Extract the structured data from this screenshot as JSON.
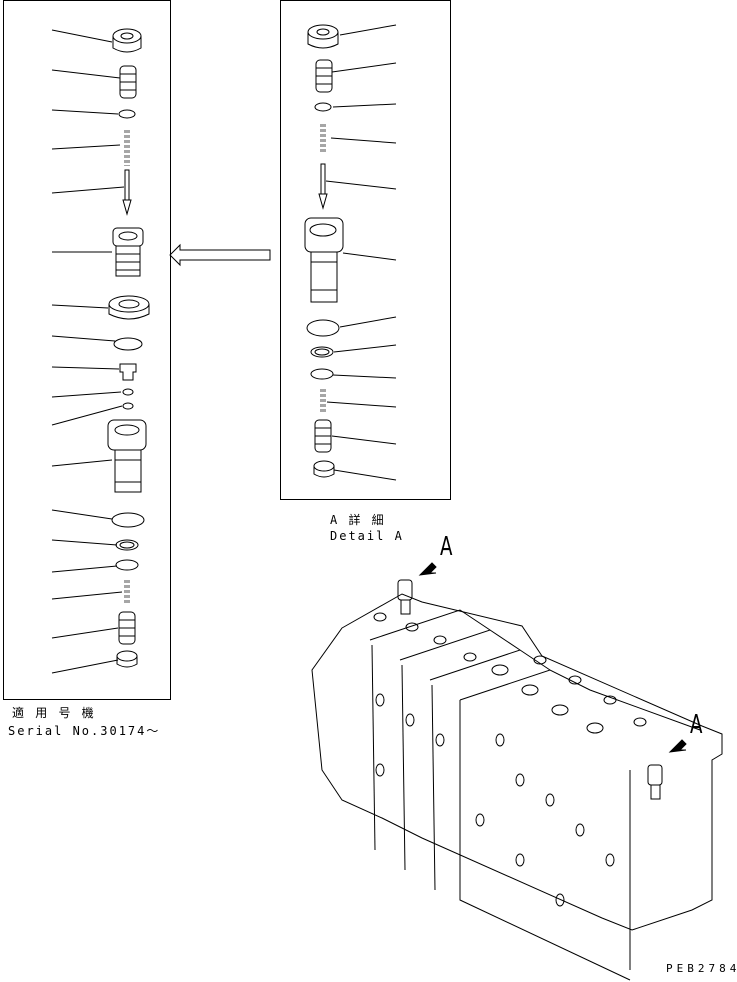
{
  "left_panel": {
    "caption_jp": "適 用 号 機",
    "caption_en": "Serial No.30174〜",
    "part_count": 18
  },
  "detail_panel": {
    "caption_jp": "A 詳 細",
    "caption_en": "Detail A",
    "part_count": 13
  },
  "assembly": {
    "callout_1": "A",
    "callout_2": "A"
  },
  "drawing_code": "PEB2784",
  "colors": {
    "line": "#000000",
    "background": "#ffffff"
  }
}
